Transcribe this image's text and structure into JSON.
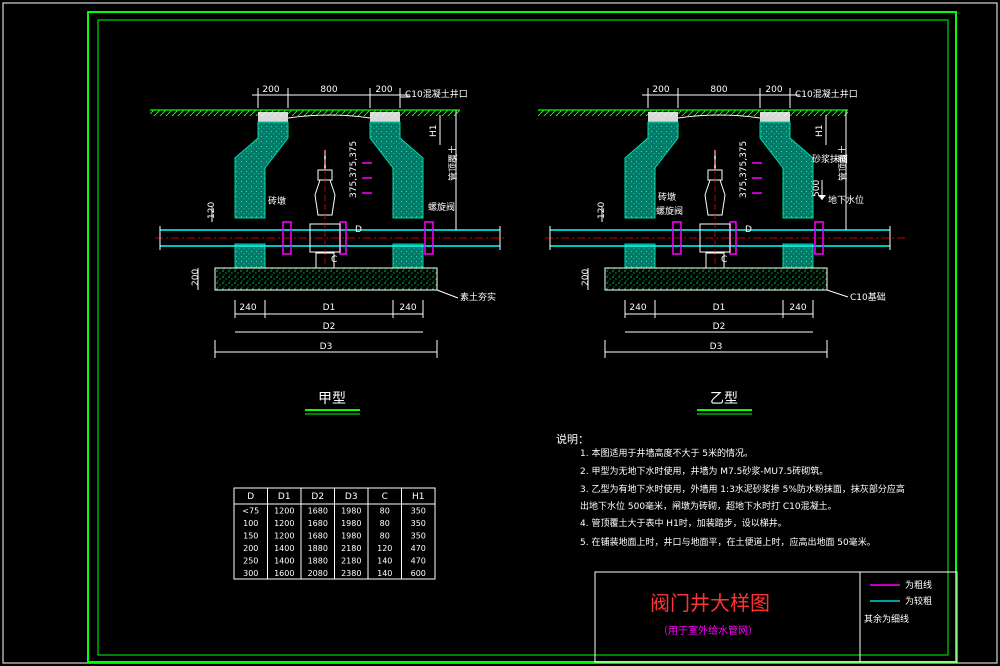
{
  "colors": {
    "frame": "#00ff00",
    "wall": "#00aa88",
    "pipe": "#00ffff",
    "magenta": "#ff00ff",
    "red": "#ff0000",
    "white": "#ffffff",
    "yellow": "#ffff00",
    "title_red": "#ff3333"
  },
  "type_a": {
    "label": "甲型",
    "dims_top": [
      "200",
      "800",
      "200"
    ],
    "callout_top": "C10混凝土井口",
    "h1": "H1",
    "side_dims": "375,375,375",
    "depth_label": "管顶覆土",
    "brick": "砖墩",
    "valve_label": "螺旋阀",
    "dim_120": "120",
    "pipe_d": "D",
    "valve_c": "C",
    "base_h": "200",
    "base_label": "素土夯实",
    "d1": "D1",
    "d2": "D2",
    "d3": "D3",
    "d240a": "240",
    "d240b": "240"
  },
  "type_b": {
    "label": "乙型",
    "dims_top": [
      "200",
      "800",
      "200"
    ],
    "callout_top": "C10混凝土井口",
    "h1": "H1",
    "side_dims": "375,375,375",
    "depth_label": "管顶覆土",
    "mortar": "砂浆抹面",
    "groundwater": "地下水位",
    "gw_500": "500",
    "brick": "砖墩",
    "valve_label": "螺旋阀",
    "dim_120": "120",
    "pipe_d": "D",
    "valve_c": "C",
    "base_h": "200",
    "base_label": "C10基础",
    "d1": "D1",
    "d2": "D2",
    "d3": "D3",
    "d240a": "240",
    "d240b": "240"
  },
  "notes": {
    "heading": "说明：",
    "items": [
      "1. 本图适用于井墙高度不大于    5米的情况。",
      "2. 甲型为无地下水时使用，井墙为    M7.5砂浆-MU7.5砖砌筑。",
      "3. 乙型为有地下水时使用，外墙用    1:3水泥砂浆掺 5%防水粉抹面，抹灰部分应高",
      "    出地下水位 500毫米，闸墩为砖砌，超地下水时打    C10混凝土。",
      "4. 管顶覆土大于表中  H1时，加装踏步，设以梯井。",
      "5. 在铺装地面上时，井口与地面平，在土便道上时，应高出地面    50毫米。"
    ]
  },
  "table": {
    "headers": [
      "D",
      "D1",
      "D2",
      "D3",
      "C",
      "H1"
    ],
    "rows": [
      [
        "<75",
        "1200",
        "1680",
        "1980",
        "80",
        "350"
      ],
      [
        "100",
        "1200",
        "1680",
        "1980",
        "80",
        "350"
      ],
      [
        "150",
        "1200",
        "1680",
        "1980",
        "80",
        "350"
      ],
      [
        "200",
        "1400",
        "1880",
        "2180",
        "120",
        "470"
      ],
      [
        "250",
        "1400",
        "1880",
        "2180",
        "140",
        "470"
      ],
      [
        "300",
        "1600",
        "2080",
        "2380",
        "140",
        "600"
      ]
    ]
  },
  "title_block": {
    "title": "阀门井大样图",
    "subtitle": "（用于室外给水管网）",
    "legend": [
      {
        "label": "为粗线",
        "color": "#ff00ff"
      },
      {
        "label": "为较粗",
        "color": "#00ffff"
      }
    ],
    "legend_rest": "其余为细线"
  }
}
